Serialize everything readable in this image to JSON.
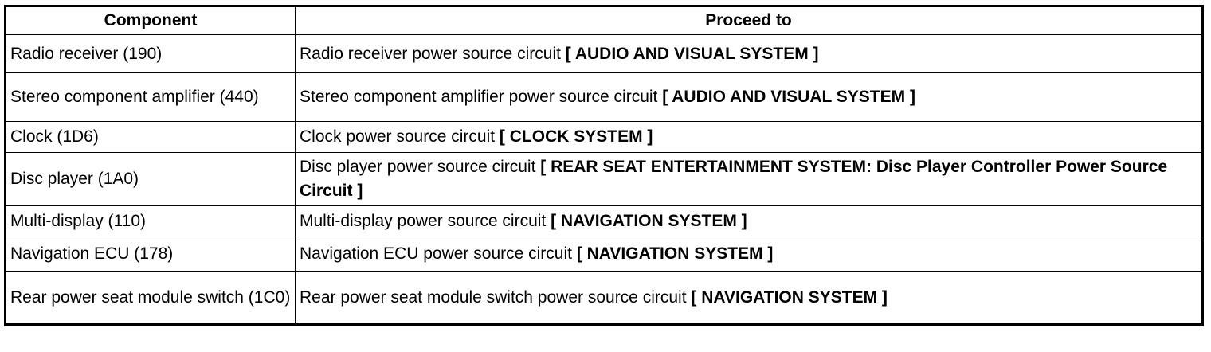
{
  "table": {
    "headers": {
      "component": "Component",
      "proceed_to": "Proceed to"
    },
    "rows": [
      {
        "component": "Radio receiver (190)",
        "text": "Radio receiver power source circuit ",
        "ref": "[ AUDIO AND VISUAL SYSTEM ]"
      },
      {
        "component": "Stereo component amplifier (440)",
        "text": "Stereo component amplifier power source circuit ",
        "ref": "[ AUDIO AND VISUAL SYSTEM ]"
      },
      {
        "component": "Clock (1D6)",
        "text": "Clock power source circuit ",
        "ref": "[ CLOCK SYSTEM ]"
      },
      {
        "component": "Disc player (1A0)",
        "text": "Disc player power source circuit ",
        "ref": "[ REAR SEAT ENTERTAINMENT SYSTEM: Disc Player Controller Power Source Circuit ]"
      },
      {
        "component": "Multi-display (110)",
        "text": "Multi-display power source circuit ",
        "ref": "[ NAVIGATION SYSTEM ]"
      },
      {
        "component": "Navigation ECU (178)",
        "text": "Navigation ECU power source circuit ",
        "ref": "[ NAVIGATION SYSTEM ]"
      },
      {
        "component": "Rear power seat module switch (1C0)",
        "text": "Rear power seat module switch power source circuit ",
        "ref": "[ NAVIGATION SYSTEM ]"
      }
    ]
  }
}
